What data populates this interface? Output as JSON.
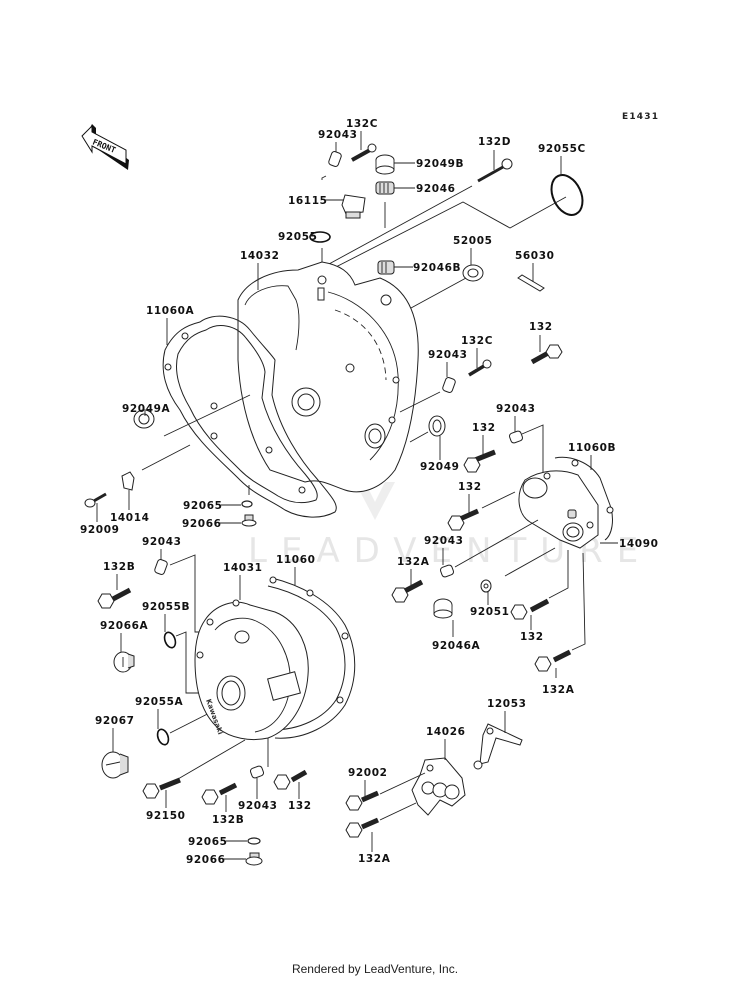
{
  "diagram": {
    "code": "E1431",
    "front_label": "FRONT",
    "watermark": "LEADVENTURE",
    "footer": "Rendered by LeadVenture, Inc."
  },
  "labels": {
    "p132C_top": "132C",
    "p92043_top": "92043",
    "p92049B": "92049B",
    "p132D": "132D",
    "p92055C": "92055C",
    "p92046": "92046",
    "p16115": "16115",
    "p92055": "92055",
    "p14032": "14032",
    "p52005": "52005",
    "p92046B": "92046B",
    "p56030": "56030",
    "p11060A": "11060A",
    "p132_r1": "132",
    "p132C_mid": "132C",
    "p92043_mid": "92043",
    "p92049A": "92049A",
    "p92043_r": "92043",
    "p132_r2": "132",
    "p92049": "92049",
    "p11060B": "11060B",
    "p14014": "14014",
    "p92009": "92009",
    "p92065_a": "92065",
    "p92066_a": "92066",
    "p132_r3": "132",
    "p14090": "14090",
    "p92043_l": "92043",
    "p92043_r2": "92043",
    "p132A_a": "132A",
    "p132B_a": "132B",
    "p14031": "14031",
    "p11060": "11060",
    "p92051": "92051",
    "p92055B": "92055B",
    "p132_r4": "132",
    "p92046A": "92046A",
    "p92066A": "92066A",
    "p132A_b": "132A",
    "p92055A": "92055A",
    "p12053": "12053",
    "p92067": "92067",
    "p14026": "14026",
    "p92002": "92002",
    "p92150": "92150",
    "p132B_b": "132B",
    "p92043_b": "92043",
    "p132_b": "132",
    "p132A_c": "132A",
    "p92065_b": "92065",
    "p92066_b": "92066"
  }
}
